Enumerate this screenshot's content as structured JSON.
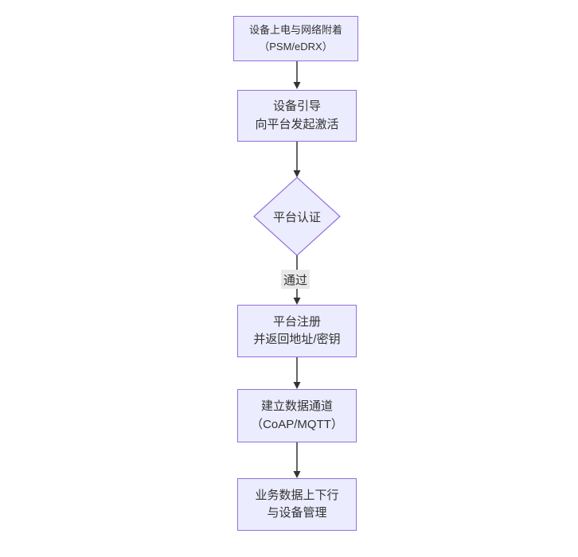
{
  "diagram": {
    "type": "flowchart",
    "direction": "top-down",
    "colors": {
      "canvas_bg": "#ffffff",
      "node_fill": "#ECECFF",
      "node_border": "#9370DB",
      "arrow_color": "#333333",
      "text_color": "#333333",
      "edge_label_bg": "#e8e8e8"
    },
    "nodes": [
      {
        "id": "A",
        "shape": "rect",
        "line1": "设备上电与网络附着",
        "line2": "（PSM/eDRX）"
      },
      {
        "id": "B",
        "shape": "rect",
        "line1": "设备引导",
        "line2": "向平台发起激活"
      },
      {
        "id": "C",
        "shape": "diamond",
        "line1": "平台认证",
        "line2": ""
      },
      {
        "id": "D",
        "shape": "rect",
        "line1": "平台注册",
        "line2": "并返回地址/密钥"
      },
      {
        "id": "E",
        "shape": "rect",
        "line1": "建立数据通道",
        "line2": "（CoAP/MQTT）"
      },
      {
        "id": "F",
        "shape": "rect",
        "line1": "业务数据上下行",
        "line2": "与设备管理"
      }
    ],
    "edges": [
      {
        "from": "A",
        "to": "B",
        "label": ""
      },
      {
        "from": "B",
        "to": "C",
        "label": ""
      },
      {
        "from": "C",
        "to": "D",
        "label": "通过"
      },
      {
        "from": "D",
        "to": "E",
        "label": ""
      },
      {
        "from": "E",
        "to": "F",
        "label": ""
      }
    ]
  }
}
